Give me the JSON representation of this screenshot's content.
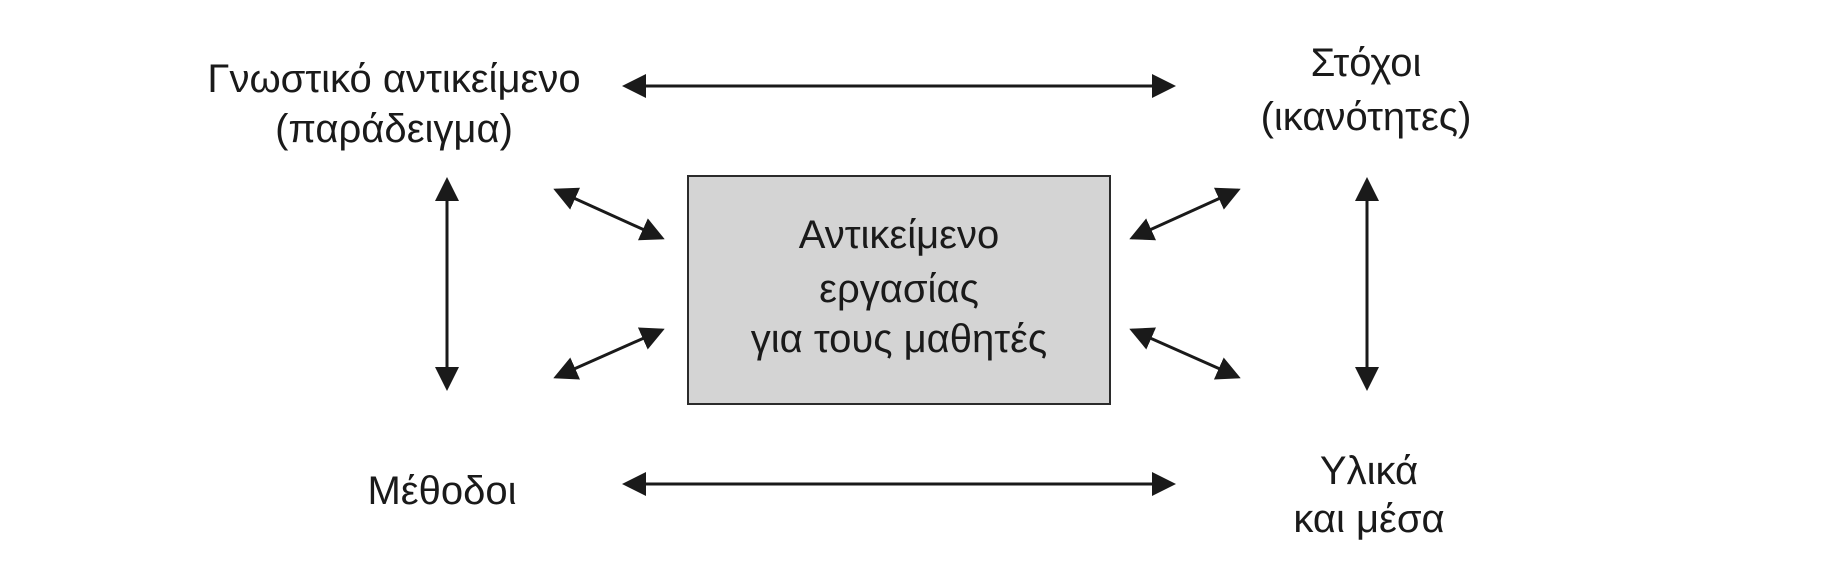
{
  "nodes": {
    "knowledge_object": {
      "lines": [
        "Γνωστικό αντικείμενο",
        "(παράδειγμα)"
      ]
    },
    "goals": {
      "lines": [
        "Στόχοι",
        "(ικανότητες)"
      ]
    },
    "methods": {
      "lines": [
        "Μέθοδοι"
      ]
    },
    "materials": {
      "lines": [
        "Υλικά",
        "και μέσα"
      ]
    },
    "center": {
      "lines": [
        "Αντικείμενο",
        "εργασίας",
        "για τους μαθητές"
      ]
    }
  },
  "colors": {
    "box_fill": "#d4d4d4",
    "box_stroke": "#2b2b2b",
    "arrow": "#1a1a1a",
    "text": "#1a1a1a"
  },
  "edges": [
    {
      "from": "knowledge_object",
      "to": "goals",
      "direction": "both"
    },
    {
      "from": "methods",
      "to": "materials",
      "direction": "both"
    },
    {
      "from": "knowledge_object",
      "to": "methods",
      "direction": "both"
    },
    {
      "from": "goals",
      "to": "materials",
      "direction": "both"
    },
    {
      "from": "knowledge_object",
      "to": "center",
      "direction": "both"
    },
    {
      "from": "methods",
      "to": "center",
      "direction": "both"
    },
    {
      "from": "goals",
      "to": "center",
      "direction": "both"
    },
    {
      "from": "materials",
      "to": "center",
      "direction": "both"
    }
  ]
}
